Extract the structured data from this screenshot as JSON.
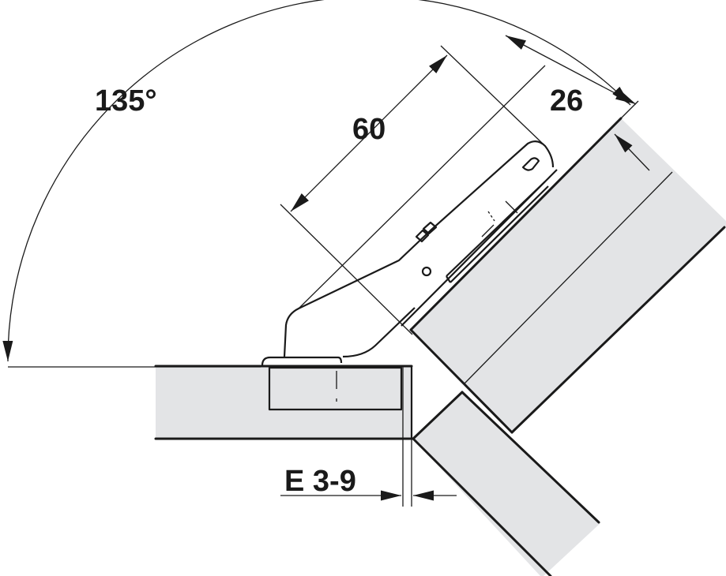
{
  "diagram": {
    "title": "Concealed hinge, 135° opening angle, mounting dimensions",
    "labels": {
      "opening_angle": "135°",
      "arm_length": "60",
      "door_offset": "26",
      "overlay": "E 3-9"
    },
    "colors": {
      "panel_fill": "#e3e4e6",
      "line": "#1a1a1a",
      "background": "#ffffff"
    }
  }
}
